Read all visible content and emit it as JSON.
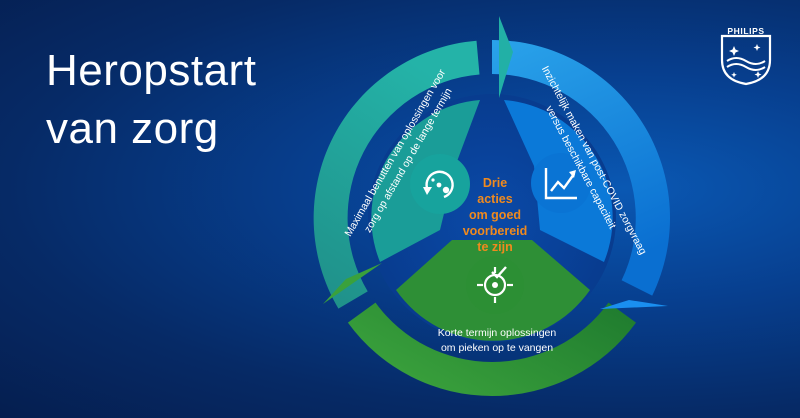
{
  "title": {
    "line1": "Heropstart",
    "line2": "van zorg"
  },
  "brand": {
    "name": "PHILIPS",
    "icon": "philips-shield-icon"
  },
  "center": {
    "lines": [
      "Drie",
      "acties",
      "om goed",
      "voorbereid",
      "te zijn"
    ]
  },
  "segments": [
    {
      "id": "top-left",
      "lines": [
        "Maximaal benutten van oplossingen voor",
        "zorg op afstand op de lange termijn"
      ],
      "icon": "circular-arrow-dots-icon",
      "color": "#1aa6a6"
    },
    {
      "id": "right",
      "lines": [
        "Inzichtelijk maken van post-COVID zorgvraag",
        "versus beschikbare capaciteit"
      ],
      "icon": "line-chart-icon",
      "color": "#0b86e6"
    },
    {
      "id": "bottom",
      "lines": [
        "Korte termijn oplossingen",
        "om pieken op te vangen"
      ],
      "icon": "target-check-icon",
      "color": "#2f9a3a"
    }
  ]
}
